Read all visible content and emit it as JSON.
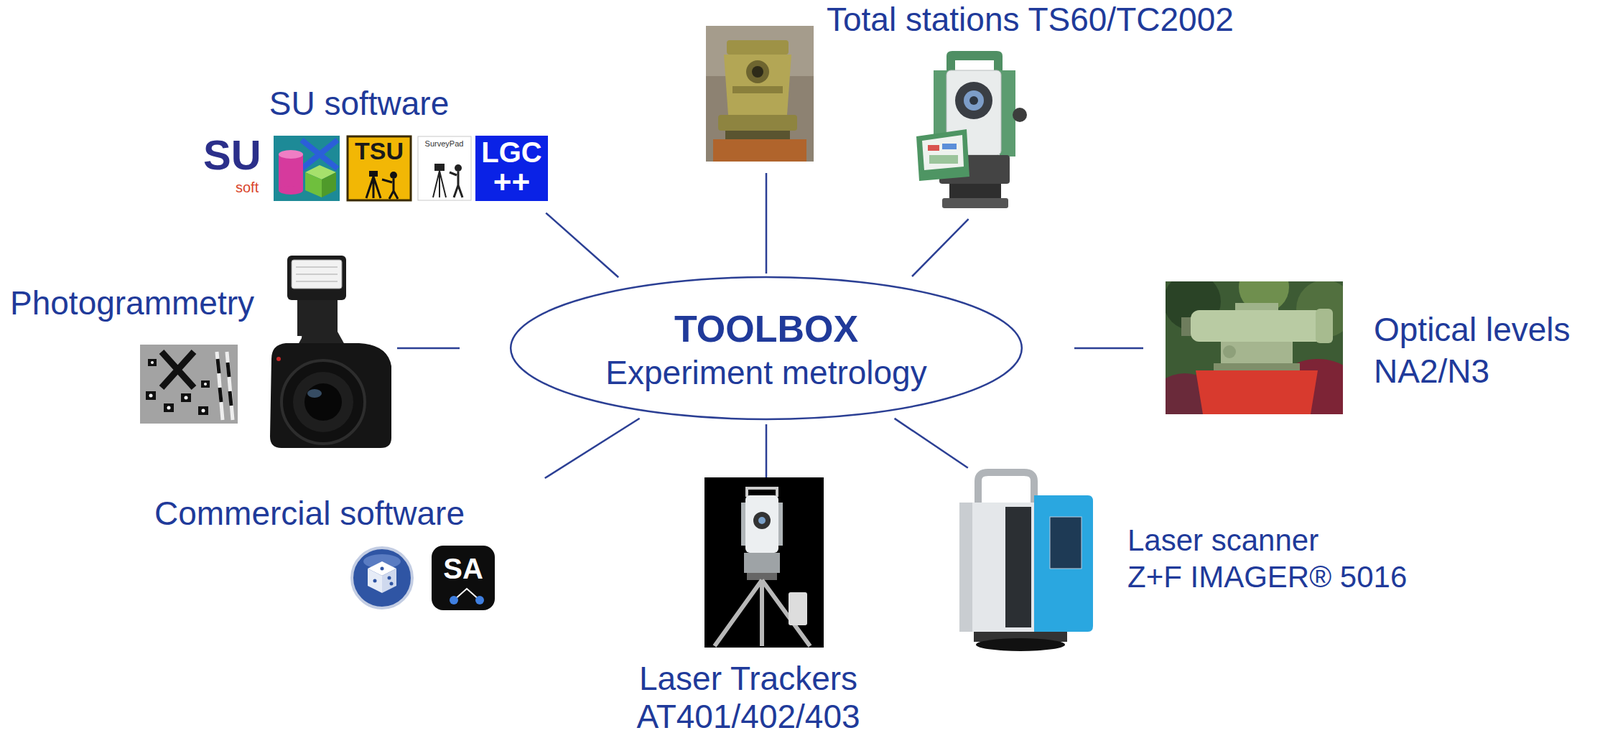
{
  "diagram": {
    "nodes": [
      {
        "text": [
          "Total stations TS60/TC2002"
        ]
      },
      {
        "text": [
          "SU software"
        ]
      },
      {
        "text": [
          "Photogrammetry"
        ]
      },
      {
        "text": [
          "TOOLBOX",
          "Experiment metrology"
        ]
      },
      {
        "text": [
          "Optical levels",
          "NA2/N3"
        ]
      },
      {
        "text": [
          "Commercial software"
        ]
      },
      {
        "text": [
          "Laser scanner",
          "Z+F IMAGER® 5016"
        ]
      },
      {
        "text": [
          "Laser Trackers",
          "AT401/402/403"
        ]
      }
    ],
    "edges": [
      {
        "from": 3,
        "to": 0,
        "arrow": "none"
      },
      {
        "from": 3,
        "to": 0,
        "arrow": "none"
      },
      {
        "from": 3,
        "to": 1,
        "arrow": "none"
      },
      {
        "from": 3,
        "to": 2,
        "arrow": "none"
      },
      {
        "from": 3,
        "to": 4,
        "arrow": "none"
      },
      {
        "from": 3,
        "to": 5,
        "arrow": "none"
      },
      {
        "from": 3,
        "to": 7,
        "arrow": "none"
      },
      {
        "from": 3,
        "to": 6,
        "arrow": "none"
      }
    ],
    "labels": [
      "SU",
      "soft",
      "TSU",
      "SurveyPad",
      "LGC",
      "++",
      "SA"
    ]
  }
}
